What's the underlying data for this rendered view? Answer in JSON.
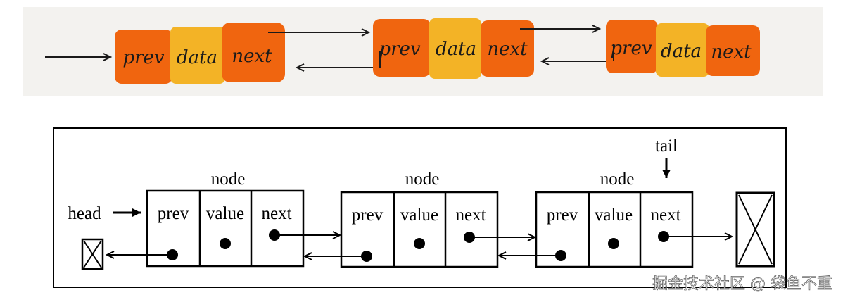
{
  "top_diagram": {
    "background": "#f3f2ef",
    "colors": {
      "pointer_block": "#f0650f",
      "data_block": "#f3b326",
      "ink": "#1a1a1a"
    },
    "nodes": [
      {
        "prev": "prev",
        "data": "data",
        "next": "next"
      },
      {
        "prev": "prev",
        "data": "data",
        "next": "next"
      },
      {
        "prev": "prev",
        "data": "data",
        "next": "next"
      }
    ]
  },
  "bottom_diagram": {
    "head_label": "head",
    "tail_label": "tail",
    "nodes": [
      {
        "title": "node",
        "fields": [
          "prev",
          "value",
          "next"
        ]
      },
      {
        "title": "node",
        "fields": [
          "prev",
          "value",
          "next"
        ]
      },
      {
        "title": "node",
        "fields": [
          "prev",
          "value",
          "next"
        ]
      }
    ]
  },
  "watermark": "掘金技术社区 @ 袋鱼不重"
}
